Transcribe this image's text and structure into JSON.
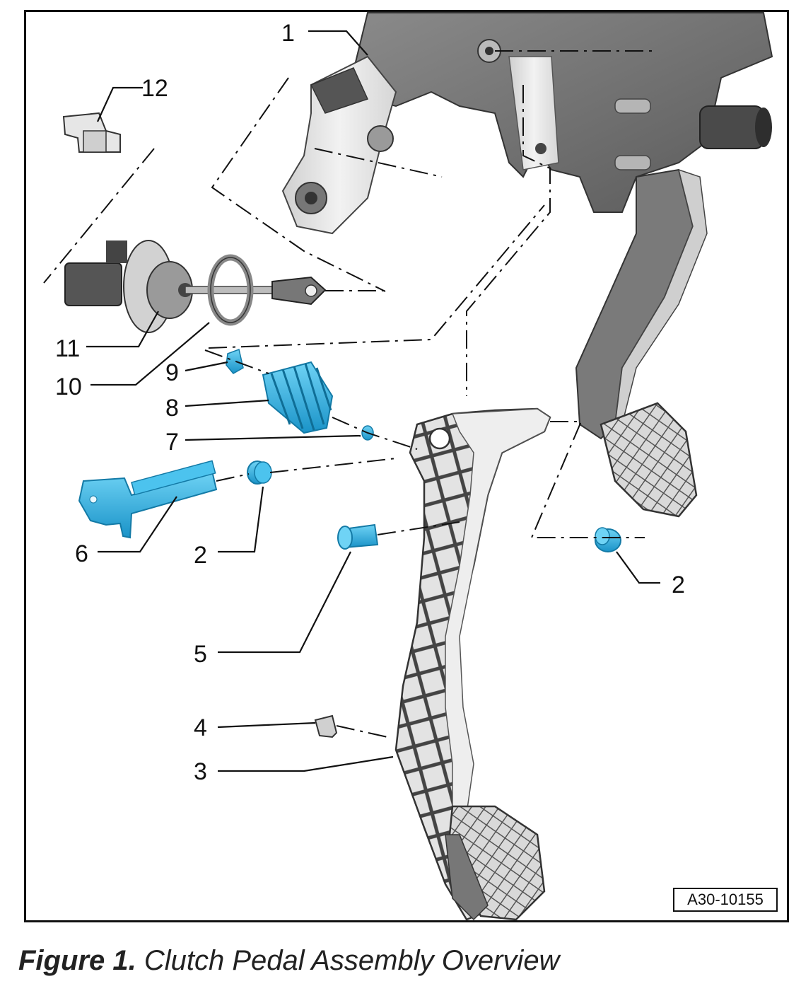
{
  "figure": {
    "reference_code": "A30-10155",
    "caption_label": "Figure 1.",
    "caption_text": "Clutch Pedal Assembly Overview"
  },
  "colors": {
    "highlight_part": "#29b6e8",
    "highlight_part_dark": "#1c7fa8",
    "pedal_dark": "#6e6e6e",
    "pedal_light": "#e4e4e4",
    "outline": "#111111"
  },
  "callouts": [
    {
      "id": "c1",
      "label": "1"
    },
    {
      "id": "c2a",
      "label": "2"
    },
    {
      "id": "c2b",
      "label": "2"
    },
    {
      "id": "c3",
      "label": "3"
    },
    {
      "id": "c4",
      "label": "4"
    },
    {
      "id": "c5",
      "label": "5"
    },
    {
      "id": "c6",
      "label": "6"
    },
    {
      "id": "c7",
      "label": "7"
    },
    {
      "id": "c8",
      "label": "8"
    },
    {
      "id": "c9",
      "label": "9"
    },
    {
      "id": "c10",
      "label": "10"
    },
    {
      "id": "c11",
      "label": "11"
    },
    {
      "id": "c12",
      "label": "12"
    }
  ]
}
